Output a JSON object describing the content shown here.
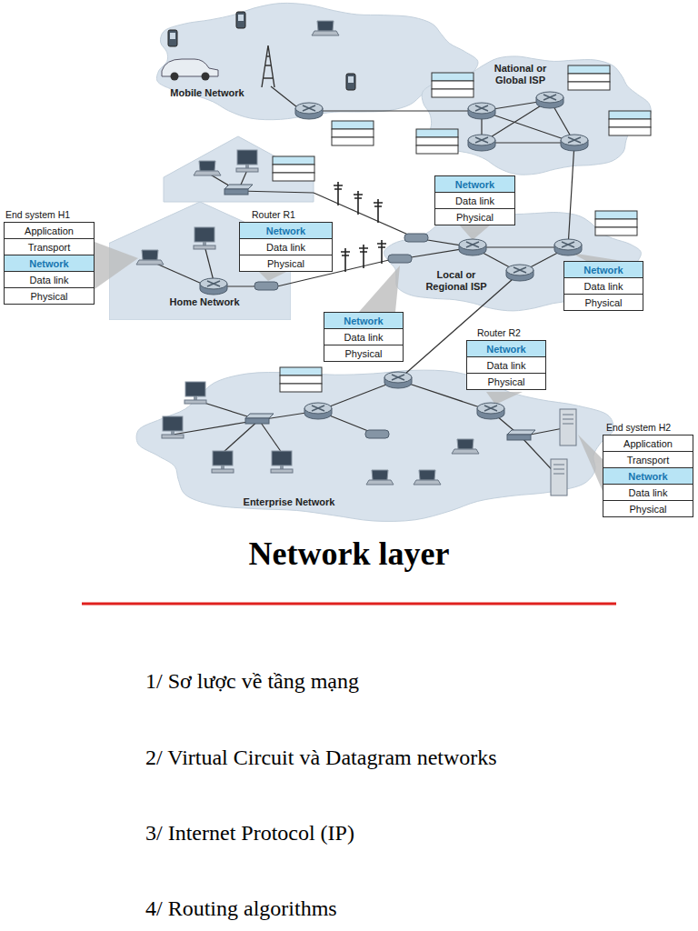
{
  "diagram": {
    "title": "Network layer",
    "nodes": [
      {
        "text": [
          "Mobile Network"
        ]
      },
      {
        "text": [
          "National or Global ISP"
        ]
      },
      {
        "text": [
          "Network"
        ]
      },
      {
        "text": [
          "Data link"
        ]
      },
      {
        "text": [
          "Physical"
        ]
      },
      {
        "text": [
          "End system H1"
        ]
      },
      {
        "text": [
          "Application"
        ],
        "in": 5
      },
      {
        "text": [
          "Transport"
        ],
        "in": 5
      },
      {
        "text": [
          "Network"
        ],
        "in": 5
      },
      {
        "text": [
          "Data link"
        ],
        "in": 5
      },
      {
        "text": [
          "Physical"
        ],
        "in": 5
      },
      {
        "text": [
          "Router R1"
        ]
      },
      {
        "text": [
          "Network"
        ],
        "in": 11
      },
      {
        "text": [
          "Data link"
        ],
        "in": 11
      },
      {
        "text": [
          "Physical"
        ],
        "in": 11
      },
      {
        "text": [
          "Home Network"
        ]
      },
      {
        "text": [
          "Local or Regional ISP"
        ]
      },
      {
        "text": [
          "Network"
        ]
      },
      {
        "text": [
          "Data link"
        ]
      },
      {
        "text": [
          "Physical"
        ]
      },
      {
        "text": [
          "Network"
        ]
      },
      {
        "text": [
          "Data link"
        ]
      },
      {
        "text": [
          "Physical"
        ]
      },
      {
        "text": [
          "Router R2"
        ]
      },
      {
        "text": [
          "Network"
        ],
        "in": 23
      },
      {
        "text": [
          "Data link"
        ],
        "in": 23
      },
      {
        "text": [
          "Physical"
        ],
        "in": 23
      },
      {
        "text": [
          "Enterprise Network"
        ]
      },
      {
        "text": [
          "End system H2"
        ]
      },
      {
        "text": [
          "Application"
        ],
        "in": 28
      },
      {
        "text": [
          "Transport"
        ],
        "in": 28
      },
      {
        "text": [
          "Network"
        ],
        "in": 28
      },
      {
        "text": [
          "Data link"
        ],
        "in": 28
      },
      {
        "text": [
          "Physical"
        ],
        "in": 28
      }
    ],
    "labels": [
      "1/ Sơ lược về tầng mạng",
      "2/ Virtual Circuit và Datagram networks",
      "3/ Internet Protocol (IP)",
      "4/ Routing algorithms"
    ]
  }
}
